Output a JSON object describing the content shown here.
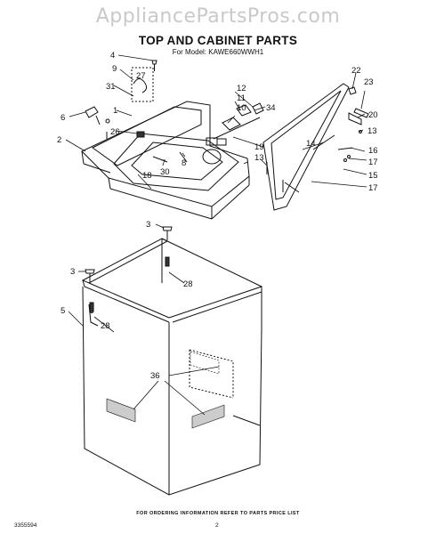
{
  "watermark": "AppliancePartsPros.com",
  "title": "TOP AND CABINET PARTS",
  "model_line": "For Model: KAWE660WWH1",
  "footer_note": "FOR ORDERING INFORMATION REFER TO PARTS PRICE LIST",
  "document_number": "3355594",
  "page_number": "2",
  "callouts": {
    "c4": "4",
    "c27": "27",
    "c9": "9",
    "c31": "31",
    "c1": "1",
    "c6": "6",
    "c26": "26",
    "c2": "2",
    "c7": "7",
    "c8": "8",
    "c30": "30",
    "c18": "18",
    "c12": "12",
    "c11": "11",
    "c10": "10",
    "c34": "34",
    "c19": "19",
    "c14": "14",
    "c13a": "13",
    "c22": "22",
    "c23": "23",
    "c20": "20",
    "c13b": "13",
    "c16": "16",
    "c17a": "17",
    "c15": "15",
    "c17b": "17",
    "c3a": "3",
    "c28a": "28",
    "c3b": "3",
    "c5": "5",
    "c28b": "28",
    "c36": "36"
  }
}
